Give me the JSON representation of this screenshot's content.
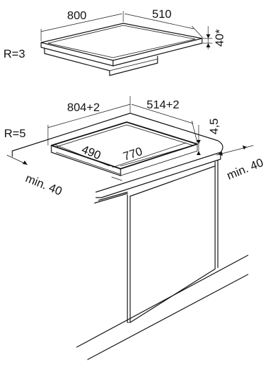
{
  "top_view": {
    "width": "800",
    "depth": "510",
    "height": "40*",
    "radius": "R=3"
  },
  "cutout_view": {
    "width": "804+2",
    "depth": "514+2",
    "radius": "R=5",
    "thickness": "4,5",
    "inner_depth": "490",
    "inner_width": "770",
    "min_front": "min. 40",
    "min_side": "min. 40"
  }
}
